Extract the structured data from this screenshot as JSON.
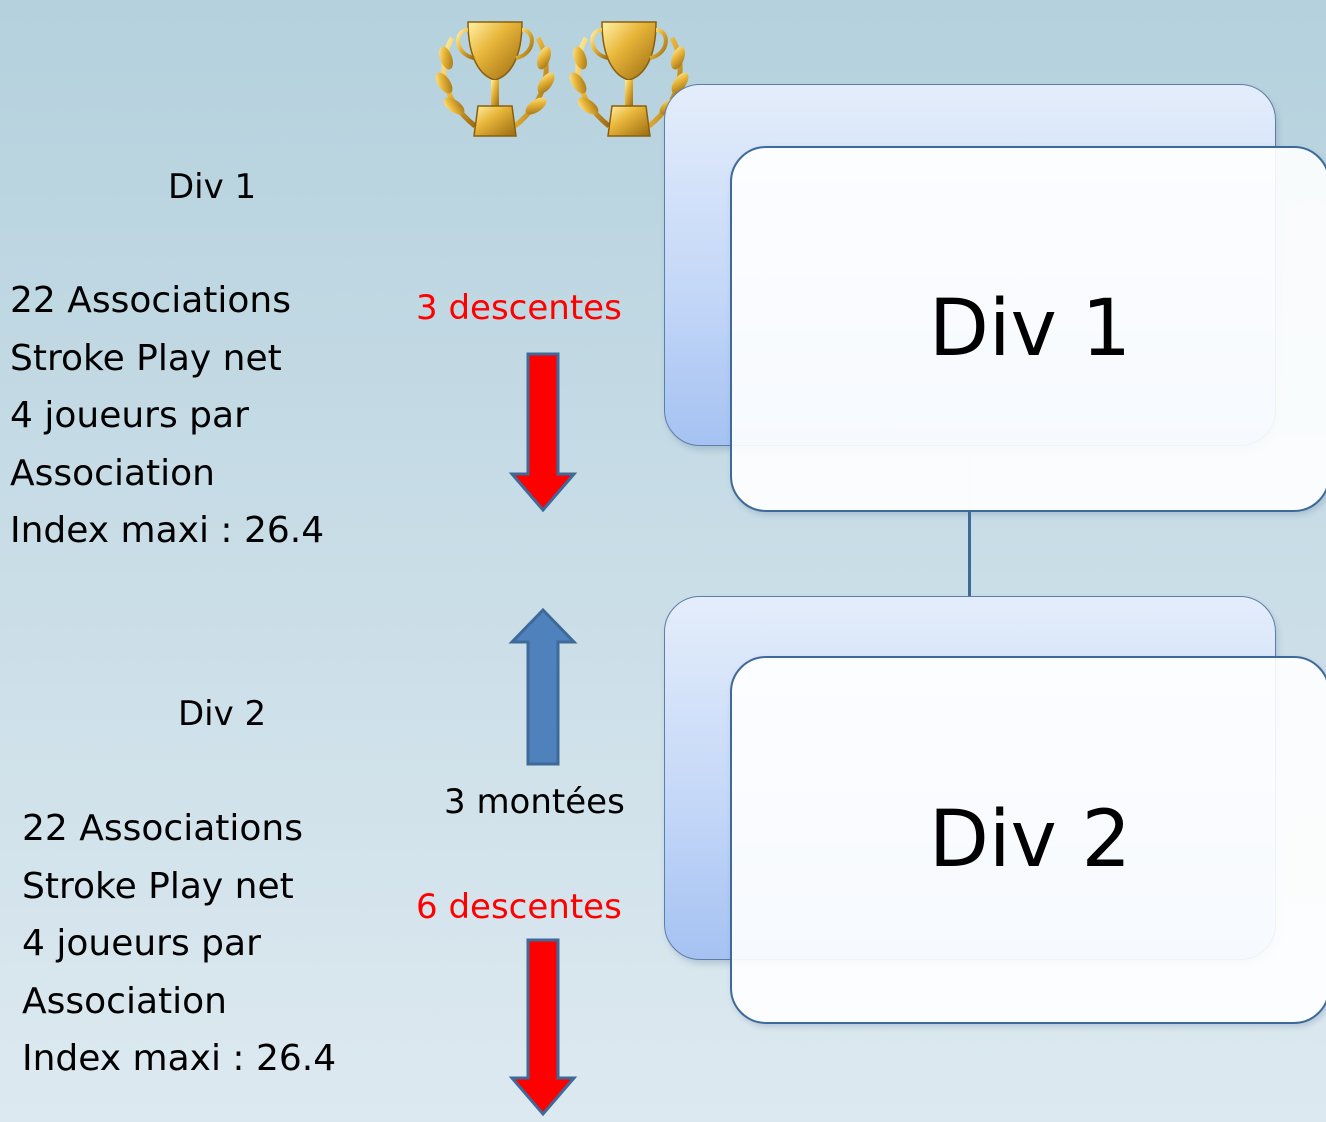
{
  "left_column": {
    "div1_title": "Div 1",
    "div1_details": [
      "22 Associations",
      "Stroke Play net",
      "4 joueurs par",
      "Association",
      "Index maxi : 26.4"
    ],
    "div2_title": "Div 2",
    "div2_details": [
      "22 Associations",
      "Stroke Play net",
      "4 joueurs par",
      "Association",
      "Index maxi : 26.4"
    ]
  },
  "transitions": {
    "div1_descentes": "3 descentes",
    "div2_montees": "3 montées",
    "div2_descentes": "6 descentes"
  },
  "boxes": {
    "div1": "Div 1",
    "div2": "Div 2"
  },
  "icons": [
    "trophy-icon",
    "trophy-icon",
    "arrow-down-icon",
    "arrow-up-icon",
    "arrow-down-icon"
  ],
  "colors": {
    "descente_arrow": "#ff0000",
    "montee_arrow": "#4f81bd",
    "descente_text": "#ff0000",
    "box_border": "#3d6a99"
  }
}
